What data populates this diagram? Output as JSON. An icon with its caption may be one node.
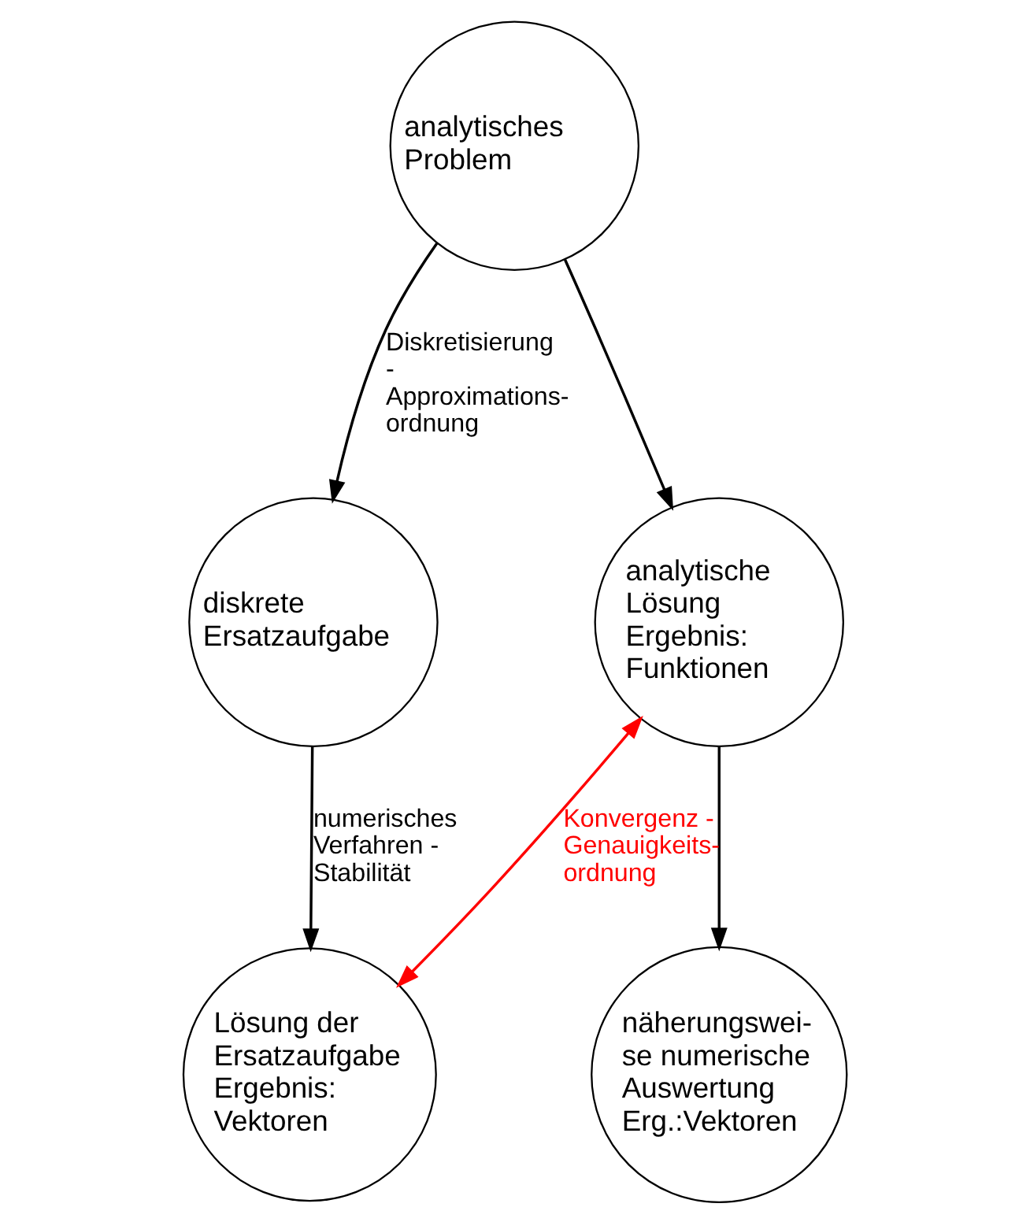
{
  "diagram": {
    "nodes": [
      {
        "text": [
          "analytisches Problem"
        ]
      },
      {
        "text": [
          "diskrete Ersatzaufgabe"
        ]
      },
      {
        "text": [
          "analytische Lösung Ergebnis: Funktionen"
        ]
      },
      {
        "text": [
          "Lösung der Ersatzaufgabe Ergebnis: Vektoren"
        ]
      },
      {
        "text": [
          "näherungswei- se numerische Auswertung Erg.:Vektoren"
        ]
      }
    ],
    "edges": [
      {
        "from": 0,
        "to": 1,
        "arrow": "to",
        "label": "Diskretisierung - Approximations- ordnung"
      },
      {
        "from": 0,
        "to": 2,
        "arrow": "to"
      },
      {
        "from": 1,
        "to": 3,
        "arrow": "to",
        "label": "numerisches Verfahren - Stabilität"
      },
      {
        "from": 2,
        "to": 4,
        "arrow": "to"
      },
      {
        "from": 3,
        "to": 2,
        "arrow": "both",
        "color": "#ff0000",
        "label": "Konvergenz - Genauigkeits- ordnung"
      }
    ]
  }
}
